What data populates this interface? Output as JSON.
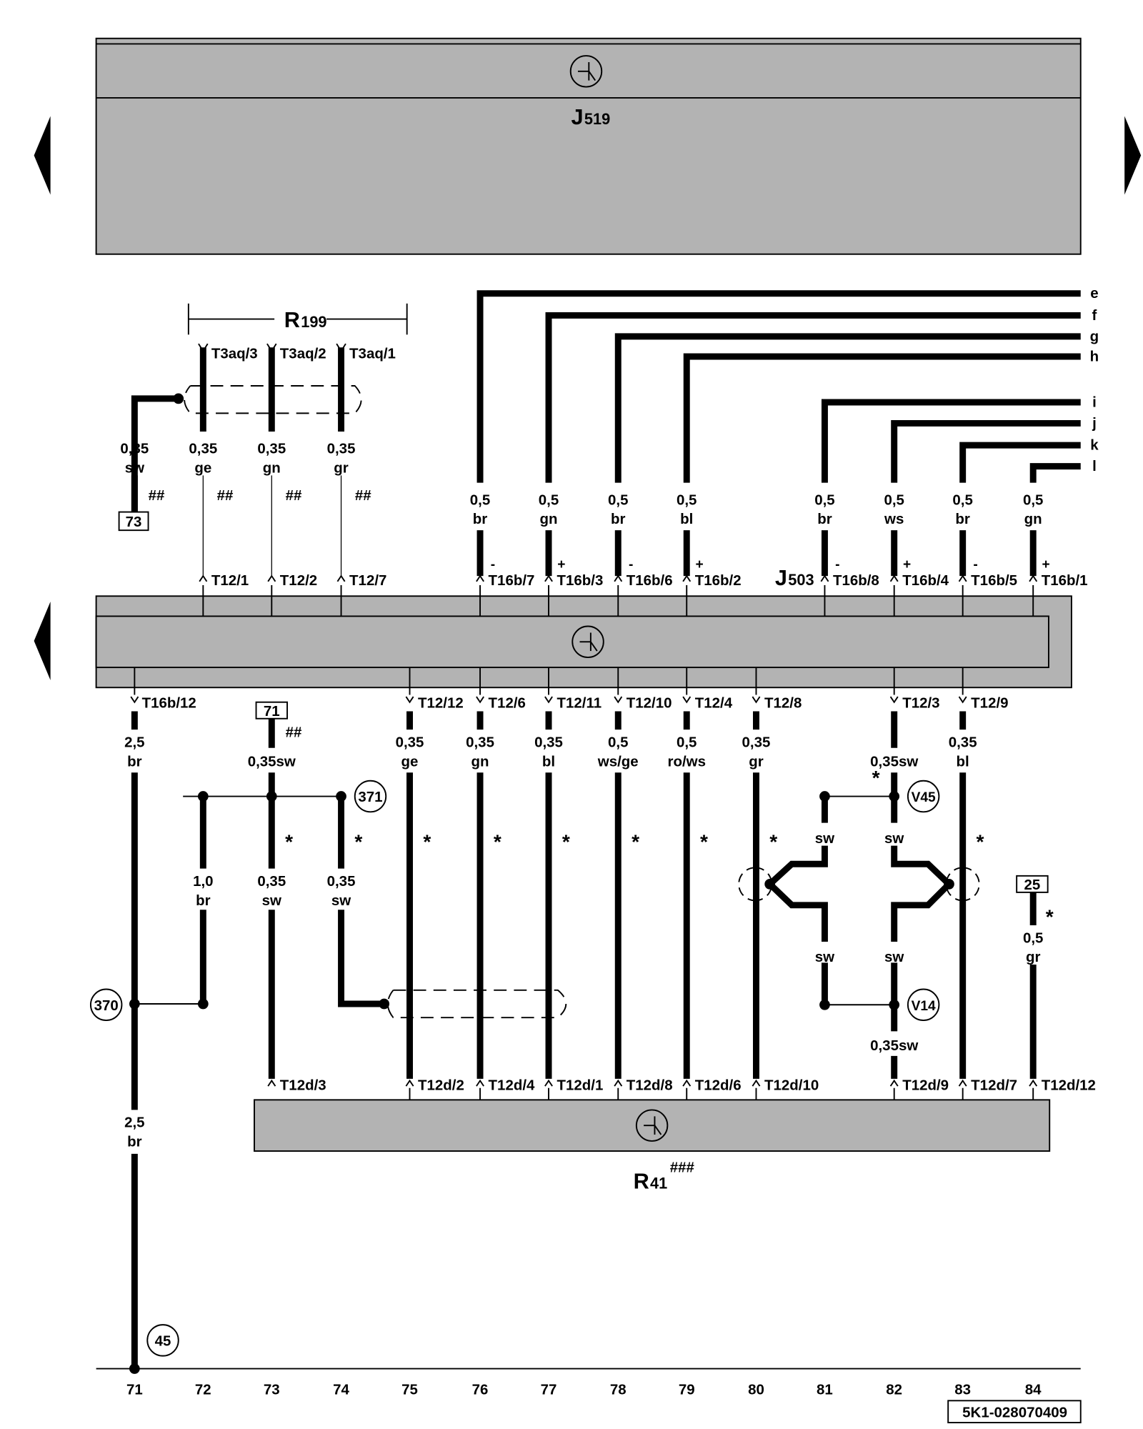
{
  "top_component": {
    "name": "J",
    "sub": "519",
    "icon": "control-unit-icon"
  },
  "r199": {
    "name": "R",
    "sub": "199",
    "pins": [
      "T3aq/3",
      "T3aq/2",
      "T3aq/1"
    ]
  },
  "upper_left_wires": [
    {
      "size": "0,35",
      "color": "sw",
      "mark": "##",
      "ref": "73"
    },
    {
      "size": "0,35",
      "color": "ge",
      "mark": "##",
      "pin": "T12/1"
    },
    {
      "size": "0,35",
      "color": "gn",
      "mark": "##",
      "pin": "T12/2"
    },
    {
      "size": "0,35",
      "color": "gr",
      "mark": "##",
      "pin": "T12/7"
    }
  ],
  "upper_right_wires": [
    {
      "size": "0,5",
      "color": "br",
      "polarity": "-",
      "pin": "T16b/7",
      "letter": "e"
    },
    {
      "size": "0,5",
      "color": "gn",
      "polarity": "+",
      "pin": "T16b/3",
      "letter": "f"
    },
    {
      "size": "0,5",
      "color": "br",
      "polarity": "-",
      "pin": "T16b/6",
      "letter": "g"
    },
    {
      "size": "0,5",
      "color": "bl",
      "polarity": "+",
      "pin": "T16b/2",
      "letter": "h"
    },
    {
      "size": "0,5",
      "color": "br",
      "polarity": "-",
      "pin": "T16b/8",
      "letter": "i"
    },
    {
      "size": "0,5",
      "color": "ws",
      "polarity": "+",
      "pin": "T16b/4",
      "letter": "j"
    },
    {
      "size": "0,5",
      "color": "br",
      "polarity": "-",
      "pin": "T16b/5",
      "letter": "k"
    },
    {
      "size": "0,5",
      "color": "gn",
      "polarity": "+",
      "pin": "T16b/1",
      "letter": "l"
    }
  ],
  "j503": {
    "name": "J",
    "sub": "503"
  },
  "lower": {
    "c71": {
      "pin": "T16b/12",
      "size": "2,5",
      "color": "br",
      "size2": "2,5",
      "color2": "br",
      "node1": "370",
      "node2": "45"
    },
    "c72": {
      "size": "1,0",
      "color": "br"
    },
    "c73": {
      "ref": "71",
      "mark": "##",
      "label": "0,35sw",
      "star": "*",
      "size": "0,35",
      "color": "sw",
      "pin": "T12d/3"
    },
    "c74": {
      "node": "371",
      "star": "*",
      "size": "0,35",
      "color": "sw"
    },
    "mid": [
      {
        "pin": "T12/12",
        "size": "0,35",
        "color": "ge",
        "star": "*",
        "pin2": "T12d/2"
      },
      {
        "pin": "T12/6",
        "size": "0,35",
        "color": "gn",
        "star": "*",
        "pin2": "T12d/4"
      },
      {
        "pin": "T12/11",
        "size": "0,35",
        "color": "bl",
        "star": "*",
        "pin2": "T12d/1"
      },
      {
        "pin": "T12/10",
        "size": "0,5",
        "color": "ws/ge",
        "star": "*",
        "pin2": "T12d/8"
      },
      {
        "pin": "T12/4",
        "size": "0,5",
        "color": "ro/ws",
        "star": "*",
        "pin2": "T12d/6"
      },
      {
        "pin": "T12/8",
        "size": "0,35",
        "color": "gr",
        "star": "*",
        "pin2": "T12d/10"
      }
    ],
    "c81": {
      "color_top": "sw",
      "color_bottom": "sw"
    },
    "c82": {
      "pin": "T12/3",
      "label": "0,35sw",
      "star": "*",
      "node1": "V45",
      "color_top": "sw",
      "color_bottom": "sw",
      "node2": "V14",
      "label2": "0,35sw",
      "pin2": "T12d/9"
    },
    "c83": {
      "pin": "T12/9",
      "size": "0,35",
      "color": "bl",
      "star": "*",
      "pin2": "T12d/7"
    },
    "c84": {
      "ref": "25",
      "star": "*",
      "size": "0,5",
      "color": "gr",
      "pin2": "T12d/12"
    }
  },
  "r41": {
    "name": "R",
    "sub": "41",
    "mark": "###"
  },
  "columns": [
    "71",
    "72",
    "73",
    "74",
    "75",
    "76",
    "77",
    "78",
    "79",
    "80",
    "81",
    "82",
    "83",
    "84"
  ],
  "doc_id": "5K1-028070409"
}
